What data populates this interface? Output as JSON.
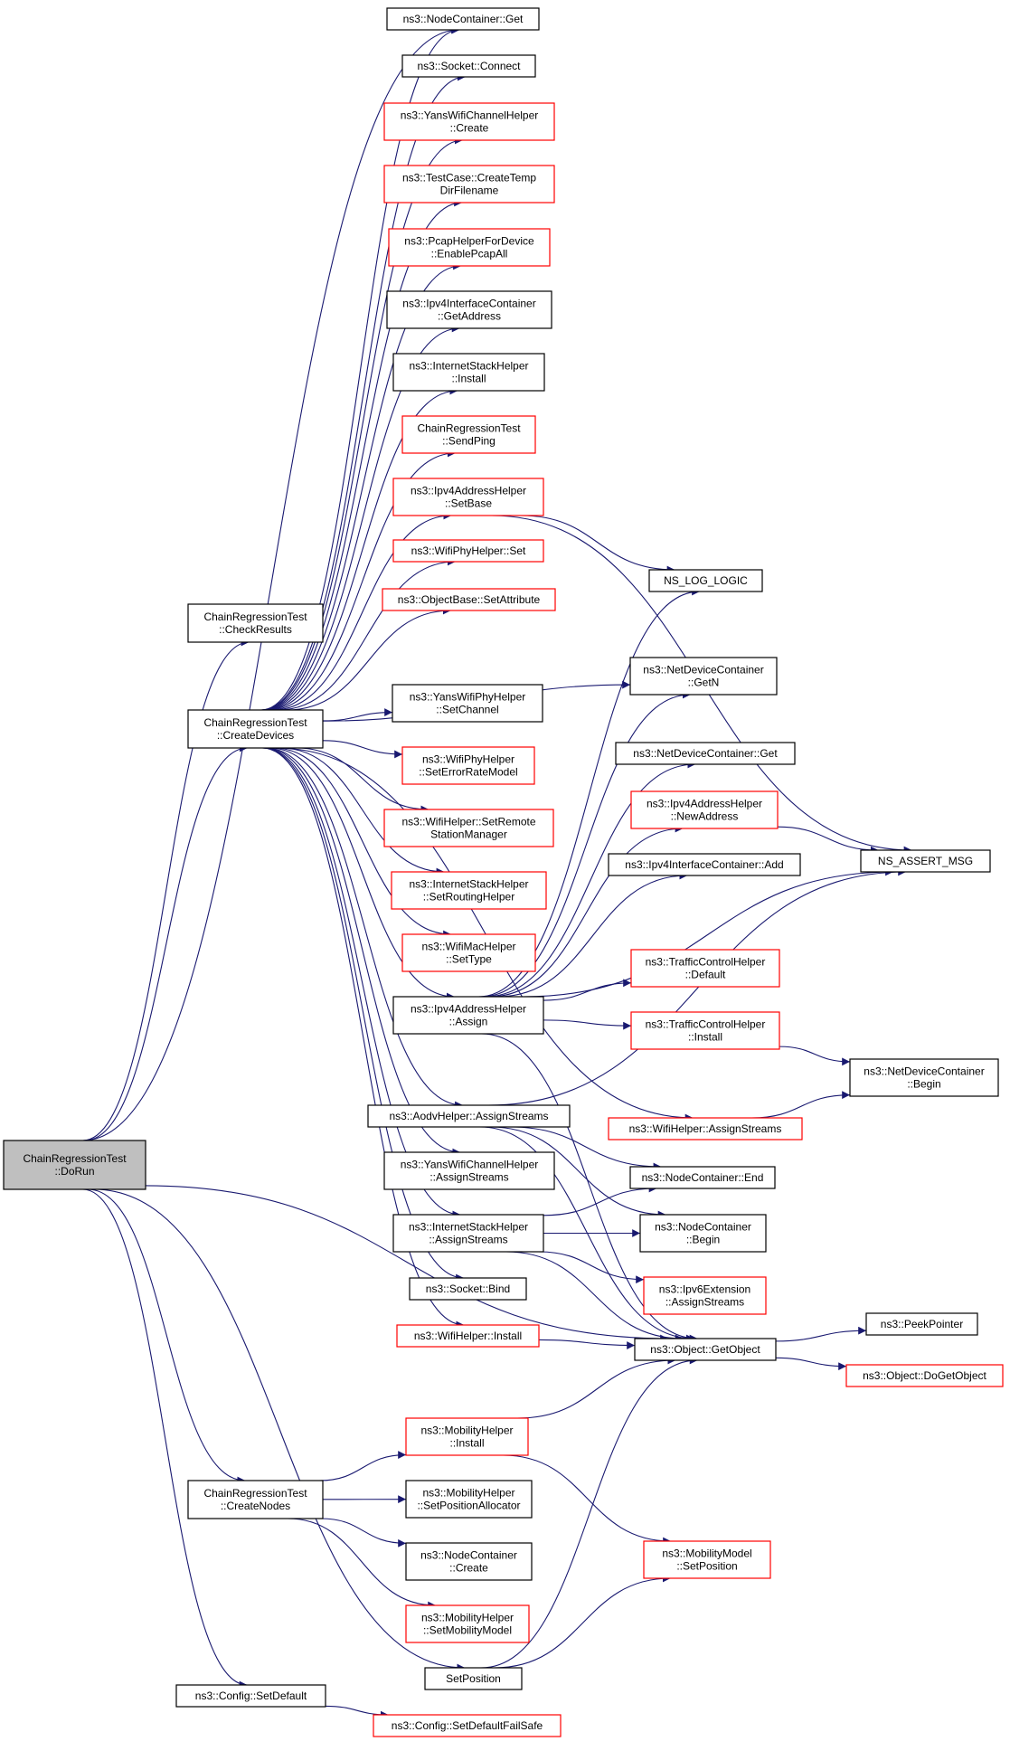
{
  "colors": {
    "edge": "#191970",
    "border_normal": "#000000",
    "border_truncated": "#ff0000",
    "root_fill": "#bfbfbf"
  },
  "nodes": [
    {
      "id": "dorun",
      "lines": [
        "ChainRegressionTest",
        "::DoRun"
      ],
      "style": "root"
    },
    {
      "id": "checkresults",
      "lines": [
        "ChainRegressionTest",
        "::CheckResults"
      ],
      "style": "black"
    },
    {
      "id": "createdevices",
      "lines": [
        "ChainRegressionTest",
        "::CreateDevices"
      ],
      "style": "black"
    },
    {
      "id": "createnodes",
      "lines": [
        "ChainRegressionTest",
        "::CreateNodes"
      ],
      "style": "black"
    },
    {
      "id": "setdefault",
      "lines": [
        "ns3::Config::SetDefault"
      ],
      "style": "black"
    },
    {
      "id": "nc_get",
      "lines": [
        "ns3::NodeContainer::Get"
      ],
      "style": "black"
    },
    {
      "id": "sock_connect",
      "lines": [
        "ns3::Socket::Connect"
      ],
      "style": "black"
    },
    {
      "id": "yanschan_create",
      "lines": [
        "ns3::YansWifiChannelHelper",
        "::Create"
      ],
      "style": "red"
    },
    {
      "id": "testcase_tmp",
      "lines": [
        "ns3::TestCase::CreateTemp",
        "DirFilename"
      ],
      "style": "red"
    },
    {
      "id": "pcap",
      "lines": [
        "ns3::PcapHelperForDevice",
        "::EnablePcapAll"
      ],
      "style": "red"
    },
    {
      "id": "ipv4ic_getaddr",
      "lines": [
        "ns3::Ipv4InterfaceContainer",
        "::GetAddress"
      ],
      "style": "black"
    },
    {
      "id": "ish_install",
      "lines": [
        "ns3::InternetStackHelper",
        "::Install"
      ],
      "style": "black"
    },
    {
      "id": "sendping",
      "lines": [
        "ChainRegressionTest",
        "::SendPing"
      ],
      "style": "red"
    },
    {
      "id": "setbase",
      "lines": [
        "ns3::Ipv4AddressHelper",
        "::SetBase"
      ],
      "style": "red"
    },
    {
      "id": "wifiphy_set",
      "lines": [
        "ns3::WifiPhyHelper::Set"
      ],
      "style": "red"
    },
    {
      "id": "setattr",
      "lines": [
        "ns3::ObjectBase::SetAttribute"
      ],
      "style": "red"
    },
    {
      "id": "yansphy_setchan",
      "lines": [
        "ns3::YansWifiPhyHelper",
        "::SetChannel"
      ],
      "style": "black"
    },
    {
      "id": "seterr",
      "lines": [
        "ns3::WifiPhyHelper",
        "::SetErrorRateModel"
      ],
      "style": "red"
    },
    {
      "id": "setremote",
      "lines": [
        "ns3::WifiHelper::SetRemote",
        "StationManager"
      ],
      "style": "red"
    },
    {
      "id": "setrouting",
      "lines": [
        "ns3::InternetStackHelper",
        "::SetRoutingHelper"
      ],
      "style": "red"
    },
    {
      "id": "mac_settype",
      "lines": [
        "ns3::WifiMacHelper",
        "::SetType"
      ],
      "style": "red"
    },
    {
      "id": "ipv4ah_assign",
      "lines": [
        "ns3::Ipv4AddressHelper",
        "::Assign"
      ],
      "style": "black"
    },
    {
      "id": "aodv_as",
      "lines": [
        "ns3::AodvHelper::AssignStreams"
      ],
      "style": "black"
    },
    {
      "id": "yanschan_as",
      "lines": [
        "ns3::YansWifiChannelHelper",
        "::AssignStreams"
      ],
      "style": "black"
    },
    {
      "id": "ish_as",
      "lines": [
        "ns3::InternetStackHelper",
        "::AssignStreams"
      ],
      "style": "black"
    },
    {
      "id": "sock_bind",
      "lines": [
        "ns3::Socket::Bind"
      ],
      "style": "black"
    },
    {
      "id": "wifi_install",
      "lines": [
        "ns3::WifiHelper::Install"
      ],
      "style": "red"
    },
    {
      "id": "nslog",
      "lines": [
        "NS_LOG_LOGIC"
      ],
      "style": "black"
    },
    {
      "id": "ndc_getn",
      "lines": [
        "ns3::NetDeviceContainer",
        "::GetN"
      ],
      "style": "black"
    },
    {
      "id": "ndc_get",
      "lines": [
        "ns3::NetDeviceContainer::Get"
      ],
      "style": "black"
    },
    {
      "id": "newaddr",
      "lines": [
        "ns3::Ipv4AddressHelper",
        "::NewAddress"
      ],
      "style": "red"
    },
    {
      "id": "ipv4ic_add",
      "lines": [
        "ns3::Ipv4InterfaceContainer::Add"
      ],
      "style": "black"
    },
    {
      "id": "tch_default",
      "lines": [
        "ns3::TrafficControlHelper",
        "::Default"
      ],
      "style": "red"
    },
    {
      "id": "tch_install",
      "lines": [
        "ns3::TrafficControlHelper",
        "::Install"
      ],
      "style": "red"
    },
    {
      "id": "wifi_as",
      "lines": [
        "ns3::WifiHelper::AssignStreams"
      ],
      "style": "red"
    },
    {
      "id": "nc_end",
      "lines": [
        "ns3::NodeContainer::End"
      ],
      "style": "black"
    },
    {
      "id": "nc_begin",
      "lines": [
        "ns3::NodeContainer",
        "::Begin"
      ],
      "style": "black"
    },
    {
      "id": "ipv6ext_as",
      "lines": [
        "ns3::Ipv6Extension",
        "::AssignStreams"
      ],
      "style": "red"
    },
    {
      "id": "getobject",
      "lines": [
        "ns3::Object::GetObject"
      ],
      "style": "black"
    },
    {
      "id": "mob_install",
      "lines": [
        "ns3::MobilityHelper",
        "::Install"
      ],
      "style": "red"
    },
    {
      "id": "mob_setposalloc",
      "lines": [
        "ns3::MobilityHelper",
        "::SetPositionAllocator"
      ],
      "style": "black"
    },
    {
      "id": "nc_create",
      "lines": [
        "ns3::NodeContainer",
        "::Create"
      ],
      "style": "black"
    },
    {
      "id": "mob_setmodel",
      "lines": [
        "ns3::MobilityHelper",
        "::SetMobilityModel"
      ],
      "style": "red"
    },
    {
      "id": "setposition",
      "lines": [
        "SetPosition"
      ],
      "style": "black"
    },
    {
      "id": "setdefaultfs",
      "lines": [
        "ns3::Config::SetDefaultFailSafe"
      ],
      "style": "red"
    },
    {
      "id": "nsassert",
      "lines": [
        "NS_ASSERT_MSG"
      ],
      "style": "black"
    },
    {
      "id": "ndc_begin",
      "lines": [
        "ns3::NetDeviceContainer",
        "::Begin"
      ],
      "style": "black"
    },
    {
      "id": "peekpointer",
      "lines": [
        "ns3::PeekPointer"
      ],
      "style": "black"
    },
    {
      "id": "dogetobject",
      "lines": [
        "ns3::Object::DoGetObject"
      ],
      "style": "red"
    },
    {
      "id": "mm_setpos",
      "lines": [
        "ns3::MobilityModel",
        "::SetPosition"
      ],
      "style": "red"
    }
  ],
  "edges": [
    [
      "dorun",
      "checkresults"
    ],
    [
      "dorun",
      "createdevices"
    ],
    [
      "dorun",
      "createnodes"
    ],
    [
      "dorun",
      "setdefault"
    ],
    [
      "dorun",
      "getobject"
    ],
    [
      "dorun",
      "nc_get"
    ],
    [
      "dorun",
      "setposition"
    ],
    [
      "createdevices",
      "nc_get"
    ],
    [
      "createdevices",
      "sock_connect"
    ],
    [
      "createdevices",
      "yanschan_create"
    ],
    [
      "createdevices",
      "testcase_tmp"
    ],
    [
      "createdevices",
      "pcap"
    ],
    [
      "createdevices",
      "ipv4ic_getaddr"
    ],
    [
      "createdevices",
      "ish_install"
    ],
    [
      "createdevices",
      "sendping"
    ],
    [
      "createdevices",
      "setbase"
    ],
    [
      "createdevices",
      "wifiphy_set"
    ],
    [
      "createdevices",
      "setattr"
    ],
    [
      "createdevices",
      "ndc_getn"
    ],
    [
      "createdevices",
      "yansphy_setchan"
    ],
    [
      "createdevices",
      "seterr"
    ],
    [
      "createdevices",
      "setremote"
    ],
    [
      "createdevices",
      "setrouting"
    ],
    [
      "createdevices",
      "mac_settype"
    ],
    [
      "createdevices",
      "ipv4ah_assign"
    ],
    [
      "createdevices",
      "aodv_as"
    ],
    [
      "createdevices",
      "yanschan_as"
    ],
    [
      "createdevices",
      "ish_as"
    ],
    [
      "createdevices",
      "sock_bind"
    ],
    [
      "createdevices",
      "wifi_install"
    ],
    [
      "createdevices",
      "wifi_as"
    ],
    [
      "setbase",
      "nslog"
    ],
    [
      "setbase",
      "nsassert"
    ],
    [
      "ipv4ah_assign",
      "nslog"
    ],
    [
      "ipv4ah_assign",
      "ndc_getn"
    ],
    [
      "ipv4ah_assign",
      "ndc_get"
    ],
    [
      "ipv4ah_assign",
      "newaddr"
    ],
    [
      "ipv4ah_assign",
      "ipv4ic_add"
    ],
    [
      "ipv4ah_assign",
      "nsassert"
    ],
    [
      "ipv4ah_assign",
      "tch_default"
    ],
    [
      "ipv4ah_assign",
      "tch_install"
    ],
    [
      "ipv4ah_assign",
      "getobject"
    ],
    [
      "newaddr",
      "nsassert"
    ],
    [
      "tch_install",
      "ndc_begin"
    ],
    [
      "wifi_as",
      "ndc_begin"
    ],
    [
      "aodv_as",
      "nsassert"
    ],
    [
      "aodv_as",
      "nc_end"
    ],
    [
      "aodv_as",
      "nc_begin"
    ],
    [
      "aodv_as",
      "getobject"
    ],
    [
      "ish_as",
      "nc_end"
    ],
    [
      "ish_as",
      "nc_begin"
    ],
    [
      "ish_as",
      "ipv6ext_as"
    ],
    [
      "ish_as",
      "getobject"
    ],
    [
      "wifi_install",
      "getobject"
    ],
    [
      "getobject",
      "peekpointer"
    ],
    [
      "getobject",
      "dogetobject"
    ],
    [
      "createnodes",
      "mob_install"
    ],
    [
      "createnodes",
      "mob_setposalloc"
    ],
    [
      "createnodes",
      "nc_create"
    ],
    [
      "createnodes",
      "mob_setmodel"
    ],
    [
      "mob_install",
      "getobject"
    ],
    [
      "mob_install",
      "mm_setpos"
    ],
    [
      "setposition",
      "getobject"
    ],
    [
      "setposition",
      "mm_setpos"
    ],
    [
      "setdefault",
      "setdefaultfs"
    ]
  ]
}
